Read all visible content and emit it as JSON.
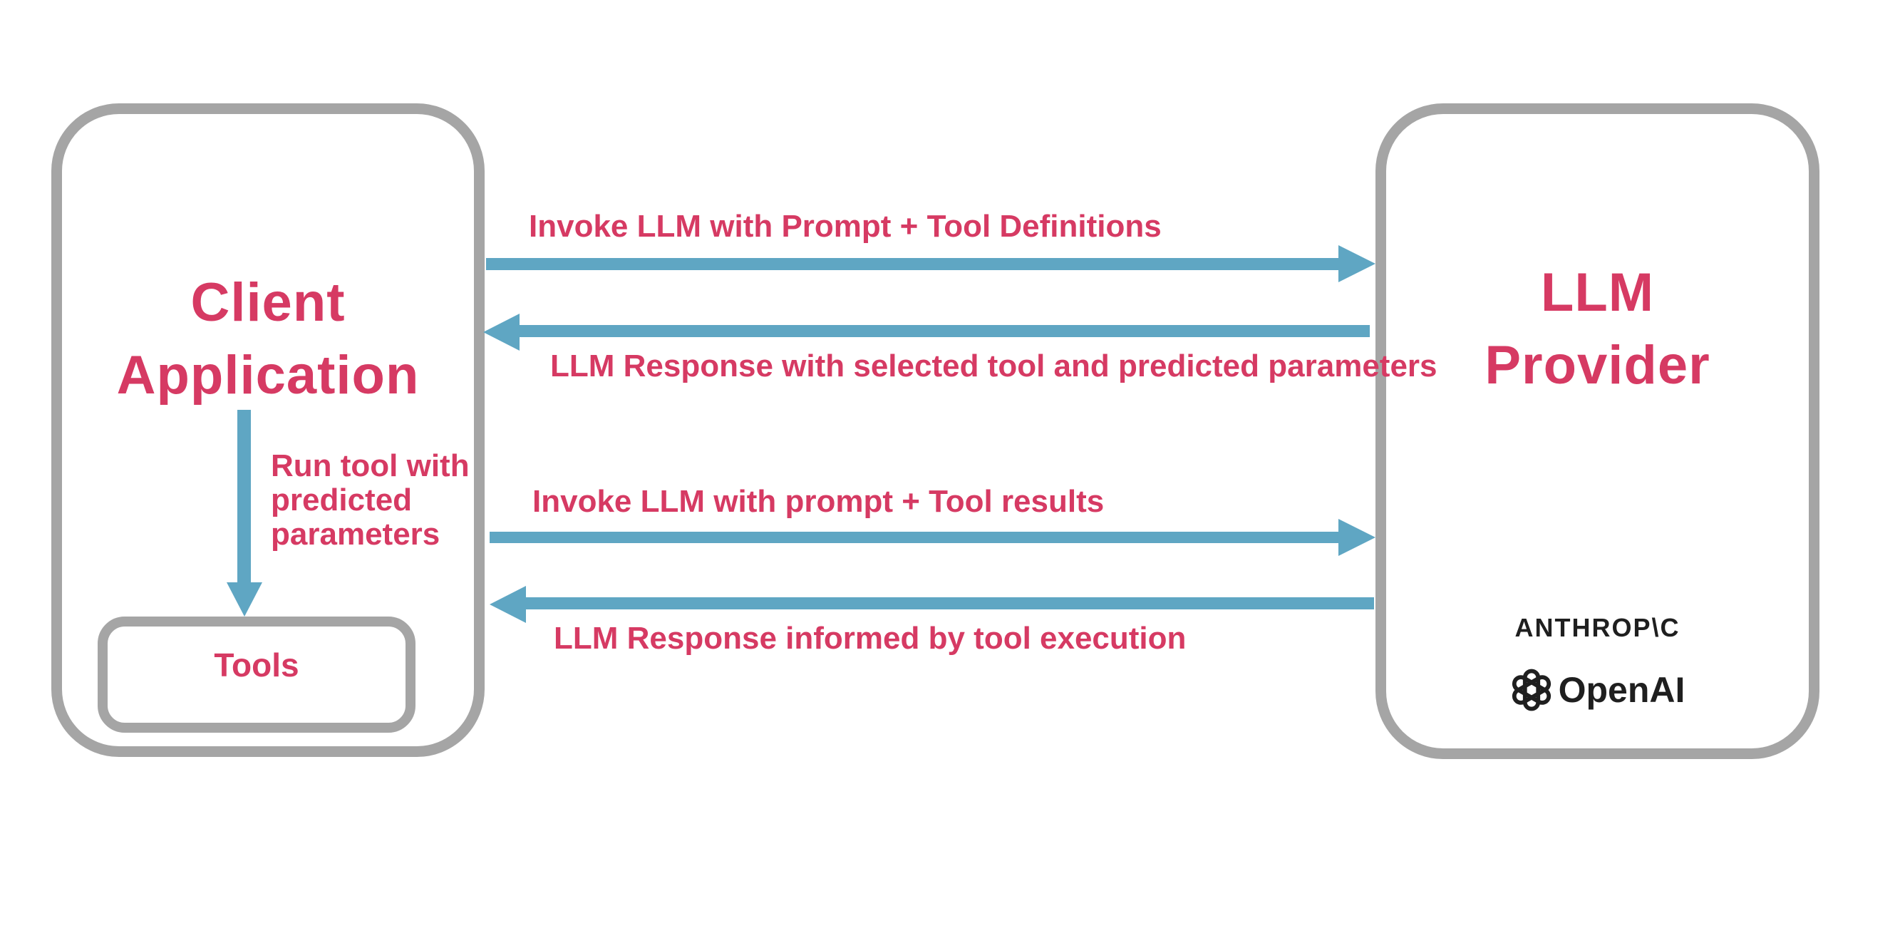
{
  "colors": {
    "pink": "#d63a63",
    "teal": "#5fa6c3",
    "border_gray": "#a5a5a5",
    "logo_black": "#1f1f1f",
    "background": "#ffffff"
  },
  "client_box": {
    "title_line1": "Client",
    "title_line2": "Application"
  },
  "tools_box": {
    "label": "Tools"
  },
  "run_tool_note": {
    "lines": [
      "Run tool with",
      "predicted",
      "parameters"
    ]
  },
  "llm_box": {
    "title_line1": "LLM",
    "title_line2": "Provider"
  },
  "providers": {
    "anthropic_label": "ANTHROP\\C",
    "openai_label": "OpenAI"
  },
  "arrows": [
    {
      "direction": "right",
      "label": "Invoke LLM with Prompt + Tool Definitions"
    },
    {
      "direction": "left",
      "label": "LLM Response with selected tool and predicted parameters"
    },
    {
      "direction": "right",
      "label": "Invoke LLM with prompt + Tool results"
    },
    {
      "direction": "left",
      "label": "LLM Response informed by tool execution"
    }
  ]
}
